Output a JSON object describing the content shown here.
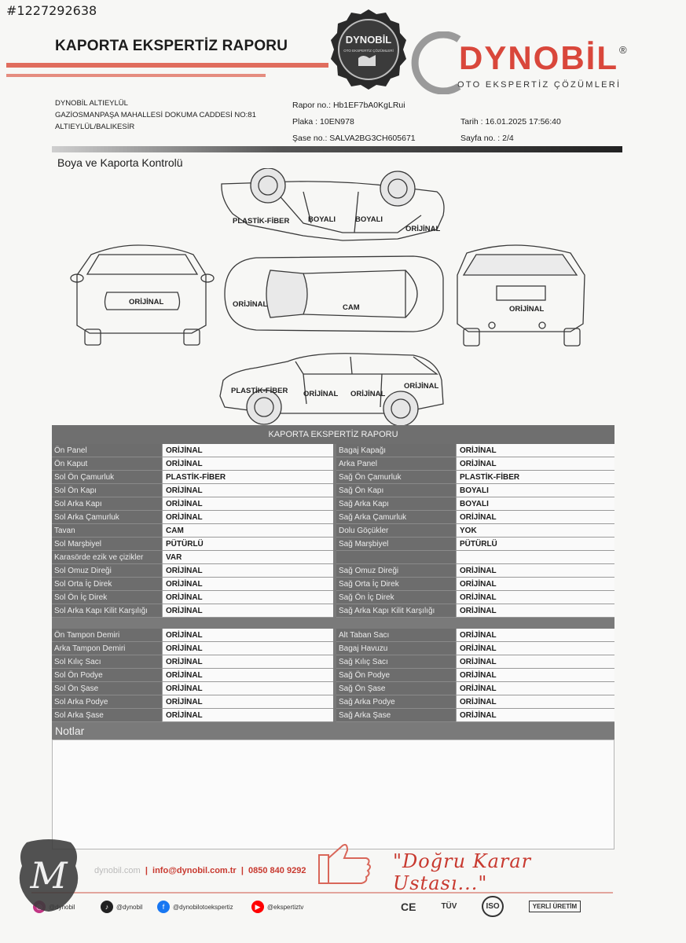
{
  "listing_id": "#1227292638",
  "title": "KAPORTA EKSPERTİZ RAPORU",
  "brand": {
    "seal_text": "DYNOBİL",
    "seal_sub": "OTO EKSPERTİZ ÇÖZÜMLERİ",
    "name": "DYNOBİL",
    "registered": "®",
    "subtitle": "OTO EKSPERTİZ ÇÖZÜMLERİ",
    "color": "#d9473b"
  },
  "company": {
    "line1": "DYNOBİL ALTIEYLÜL",
    "line2": "GAZİOSMANPAŞA MAHALLESİ DOKUMA CADDESİ NO:81",
    "line3": "ALTIEYLÜL/BALIKESİR"
  },
  "report": {
    "rapor_no": "Rapor no.: Hb1EF7bA0KgLRui",
    "plaka": "Plaka : 10EN978",
    "sase_no": "Şase no.: SALVA2BG3CH605671",
    "tarih": "Tarih : 16.01.2025 17:56:40",
    "sayfa": "Sayfa no. : 2/4"
  },
  "section_title": "Boya ve Kaporta Kontrolü",
  "diagram_labels": {
    "top_plastik": "PLASTİK-FİBER",
    "top_boyali1": "BOYALI",
    "top_boyali2": "BOYALI",
    "top_orijinal": "ORİJİNAL",
    "front_orijinal": "ORİJİNAL",
    "roof_orijinal": "ORİJİNAL",
    "roof_cam": "CAM",
    "rear_orijinal": "ORİJİNAL",
    "bottom_plastik": "PLASTİK-FİBER",
    "bottom_orijinal1": "ORİJİNAL",
    "bottom_orijinal2": "ORİJİNAL",
    "bottom_orijinal3": "ORİJİNAL"
  },
  "table": {
    "header": "KAPORTA EKSPERTİZ RAPORU",
    "left": [
      {
        "label": "Ön Panel",
        "value": "ORİJİNAL"
      },
      {
        "label": "Ön Kaput",
        "value": "ORİJİNAL"
      },
      {
        "label": "Sol Ön Çamurluk",
        "value": "PLASTİK-FİBER"
      },
      {
        "label": "Sol Ön Kapı",
        "value": "ORİJİNAL"
      },
      {
        "label": "Sol Arka Kapı",
        "value": "ORİJİNAL"
      },
      {
        "label": "Sol Arka Çamurluk",
        "value": "ORİJİNAL"
      },
      {
        "label": "Tavan",
        "value": "CAM"
      },
      {
        "label": "Sol Marşbiyel",
        "value": "PÜTÜRLÜ"
      },
      {
        "label": "Karasörde ezik ve çizikler",
        "value": "VAR"
      },
      {
        "label": "Sol Omuz Direği",
        "value": "ORİJİNAL"
      },
      {
        "label": "Sol Orta İç Direk",
        "value": "ORİJİNAL"
      },
      {
        "label": "Sol Ön İç Direk",
        "value": "ORİJİNAL"
      },
      {
        "label": "Sol Arka Kapı Kilit Karşılığı",
        "value": "ORİJİNAL"
      }
    ],
    "right": [
      {
        "label": "Bagaj Kapağı",
        "value": "ORİJİNAL"
      },
      {
        "label": "Arka Panel",
        "value": "ORİJİNAL"
      },
      {
        "label": "Sağ Ön Çamurluk",
        "value": "PLASTİK-FİBER"
      },
      {
        "label": "Sağ Ön Kapı",
        "value": "BOYALI"
      },
      {
        "label": "Sağ Arka Kapı",
        "value": "BOYALI"
      },
      {
        "label": "Sağ Arka Çamurluk",
        "value": "ORİJİNAL"
      },
      {
        "label": "Dolu Göçükler",
        "value": "YOK"
      },
      {
        "label": "Sağ Marşbiyel",
        "value": "PÜTÜRLÜ"
      },
      {
        "label": "",
        "value": ""
      },
      {
        "label": "Sağ Omuz Direği",
        "value": "ORİJİNAL"
      },
      {
        "label": "Sağ Orta İç Direk",
        "value": "ORİJİNAL"
      },
      {
        "label": "Sağ Ön İç Direk",
        "value": "ORİJİNAL"
      },
      {
        "label": "Sağ Arka Kapı Kilit Karşılığı",
        "value": "ORİJİNAL"
      }
    ],
    "left2": [
      {
        "label": "Ön Tampon Demiri",
        "value": "ORİJİNAL"
      },
      {
        "label": "Arka Tampon Demiri",
        "value": "ORİJİNAL"
      },
      {
        "label": "Sol Kılıç Sacı",
        "value": "ORİJİNAL"
      },
      {
        "label": "Sol Ön Podye",
        "value": "ORİJİNAL"
      },
      {
        "label": "Sol Ön Şase",
        "value": "ORİJİNAL"
      },
      {
        "label": "Sol Arka Podye",
        "value": "ORİJİNAL"
      },
      {
        "label": "Sol Arka Şase",
        "value": "ORİJİNAL"
      }
    ],
    "right2": [
      {
        "label": "Alt Taban Sacı",
        "value": "ORİJİNAL"
      },
      {
        "label": "Bagaj Havuzu",
        "value": "ORİJİNAL"
      },
      {
        "label": "Sağ Kılıç Sacı",
        "value": "ORİJİNAL"
      },
      {
        "label": "Sağ Ön Podye",
        "value": "ORİJİNAL"
      },
      {
        "label": "Sağ Ön Şase",
        "value": "ORİJİNAL"
      },
      {
        "label": "Sağ Arka Podye",
        "value": "ORİJİNAL"
      },
      {
        "label": "Sağ Arka Şase",
        "value": "ORİJİNAL"
      }
    ],
    "notes_label": "Notlar"
  },
  "footer": {
    "website": "dynobil.com",
    "email": "info@dynobil.com.tr",
    "phone": "0850 840 9292",
    "separator": "|",
    "slogan": "\"Doğru Karar Ustası...\"",
    "instagram": "@dynobil",
    "tiktok": "@dynobil",
    "facebook": "@dynobilotoekspertiz",
    "youtube": "@ekspertiztv",
    "cert_ce": "CE",
    "cert_tuv": "TÜV",
    "cert_iso": "ISO",
    "cert_yerli": "YERLİ ÜRETİM",
    "accent": "#c8392f"
  },
  "watermark_letter": "M"
}
